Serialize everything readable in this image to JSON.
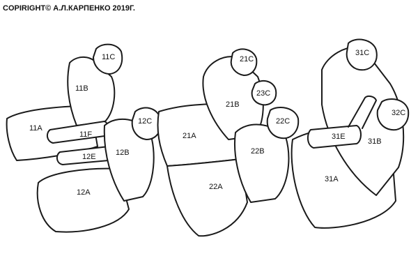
{
  "copyright": "COPIRIGHT© А.Л.КАРПЕНКО 2019Г.",
  "labels": {
    "l11C": "11C",
    "l11B": "11B",
    "l11A": "11A",
    "l11F": "11F",
    "l12E": "12E",
    "l12C": "12C",
    "l12B": "12B",
    "l12A": "12A",
    "l21C": "21C",
    "l21B": "21B",
    "l23C": "23C",
    "l22C": "22C",
    "l21A": "21A",
    "l22B": "22B",
    "l22A": "22A",
    "l31C": "31C",
    "l32C": "32C",
    "l31E": "31E",
    "l31B": "31B",
    "l31A": "31A"
  }
}
